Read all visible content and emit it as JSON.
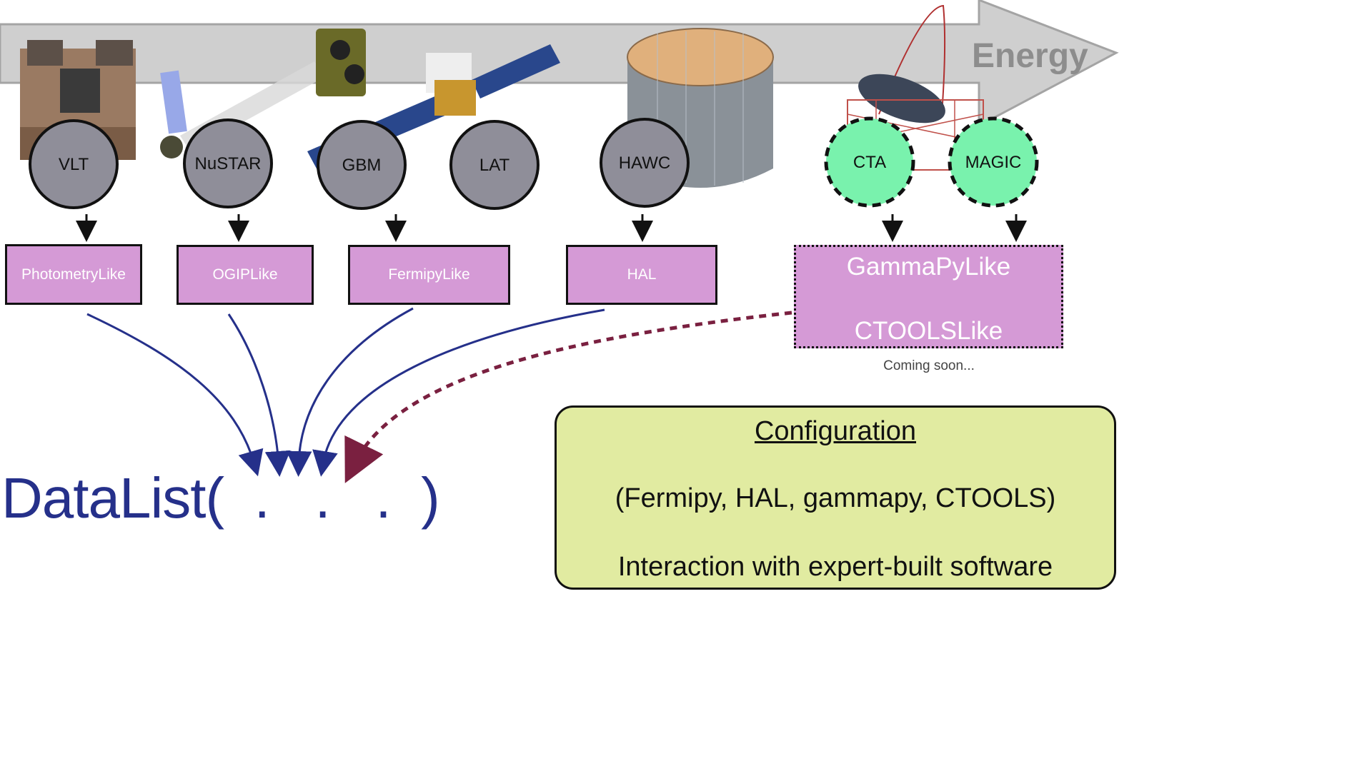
{
  "energy_arrow": {
    "label": "Energy"
  },
  "instruments": [
    {
      "id": "vlt",
      "label": "VLT"
    },
    {
      "id": "nustar",
      "label": "NuSTAR"
    },
    {
      "id": "gbm",
      "label": "GBM"
    },
    {
      "id": "lat",
      "label": "LAT"
    },
    {
      "id": "hawc",
      "label": "HAWC"
    },
    {
      "id": "cta",
      "label": "CTA"
    },
    {
      "id": "magic",
      "label": "MAGIC"
    }
  ],
  "plugins": [
    {
      "id": "photometry",
      "label": "PhotometryLike"
    },
    {
      "id": "ogip",
      "label": "OGIPLike"
    },
    {
      "id": "fermipy",
      "label": "FermipyLike"
    },
    {
      "id": "hal",
      "label": "HAL"
    }
  ],
  "future_plugins": {
    "line1": "GammaPyLike",
    "line2": "CTOOLSLike",
    "note": "Coming soon..."
  },
  "datalist": {
    "text": "DataList(  .   .   .  )"
  },
  "configuration": {
    "title": "Configuration",
    "line1": "(Fermipy, HAL, gammapy, CTOOLS)",
    "line2": "Interaction with expert-built  software"
  },
  "colors": {
    "instrument_fill": "#8f8e99",
    "future_instrument_fill": "#79f2ad",
    "plugin_fill": "#d59ad6",
    "flow_arrow": "#25308a",
    "future_arrow": "#7a2040",
    "config_fill": "#e1eba1",
    "energy_arrow": "#cfcfcf"
  }
}
